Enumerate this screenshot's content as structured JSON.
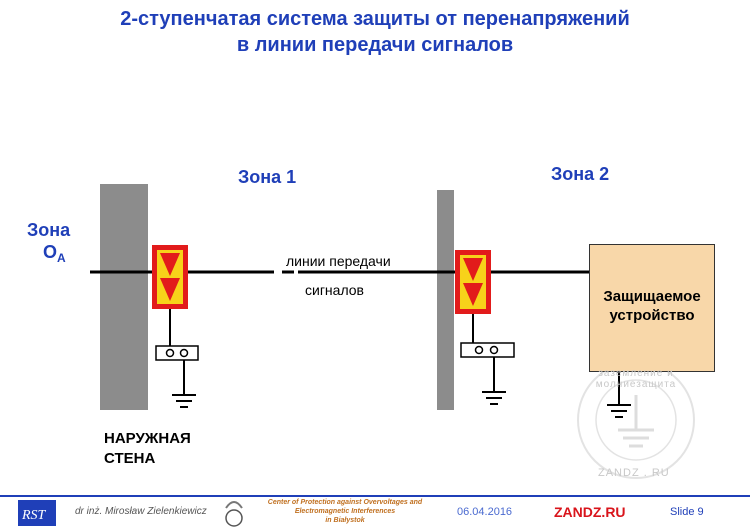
{
  "title": {
    "line1": "2-ступенчатая система защиты от перенапряжений",
    "line2": "в линии передачи сигналов"
  },
  "zones": {
    "zone_0a_line1": "Зона",
    "zone_0a_line2": "О",
    "zone_0a_sub": "A",
    "zone_1": "Зона 1",
    "zone_2": "Зона 2"
  },
  "line_label": {
    "line1": "линии передачи",
    "line2": "сигналов"
  },
  "wall_label": {
    "line1": "НАРУЖНАЯ",
    "line2": "СТЕНА"
  },
  "device": {
    "line1": "Защищаемое",
    "line2": "устройство"
  },
  "watermark": {
    "arc_text": "заземление и молниезащита",
    "domain": "ZANDZ . RU"
  },
  "footer": {
    "author": "dr inż. Mirosław Zielenkiewicz",
    "center_line1": "Center of Protection against Overvoltages and",
    "center_line2": "Electromagnetic Interferences",
    "center_line3": "in Białystok",
    "date": "06.04.2016",
    "site": "ZANDZ.RU",
    "slide": "Slide 9"
  },
  "colors": {
    "title_blue": "#1f3fb8",
    "wall_gray": "#8c8c8c",
    "spd_yellow": "#f7d21a",
    "spd_red": "#e21b1b",
    "device_fill": "#f8d7a9",
    "footer_red": "#d9141b"
  }
}
